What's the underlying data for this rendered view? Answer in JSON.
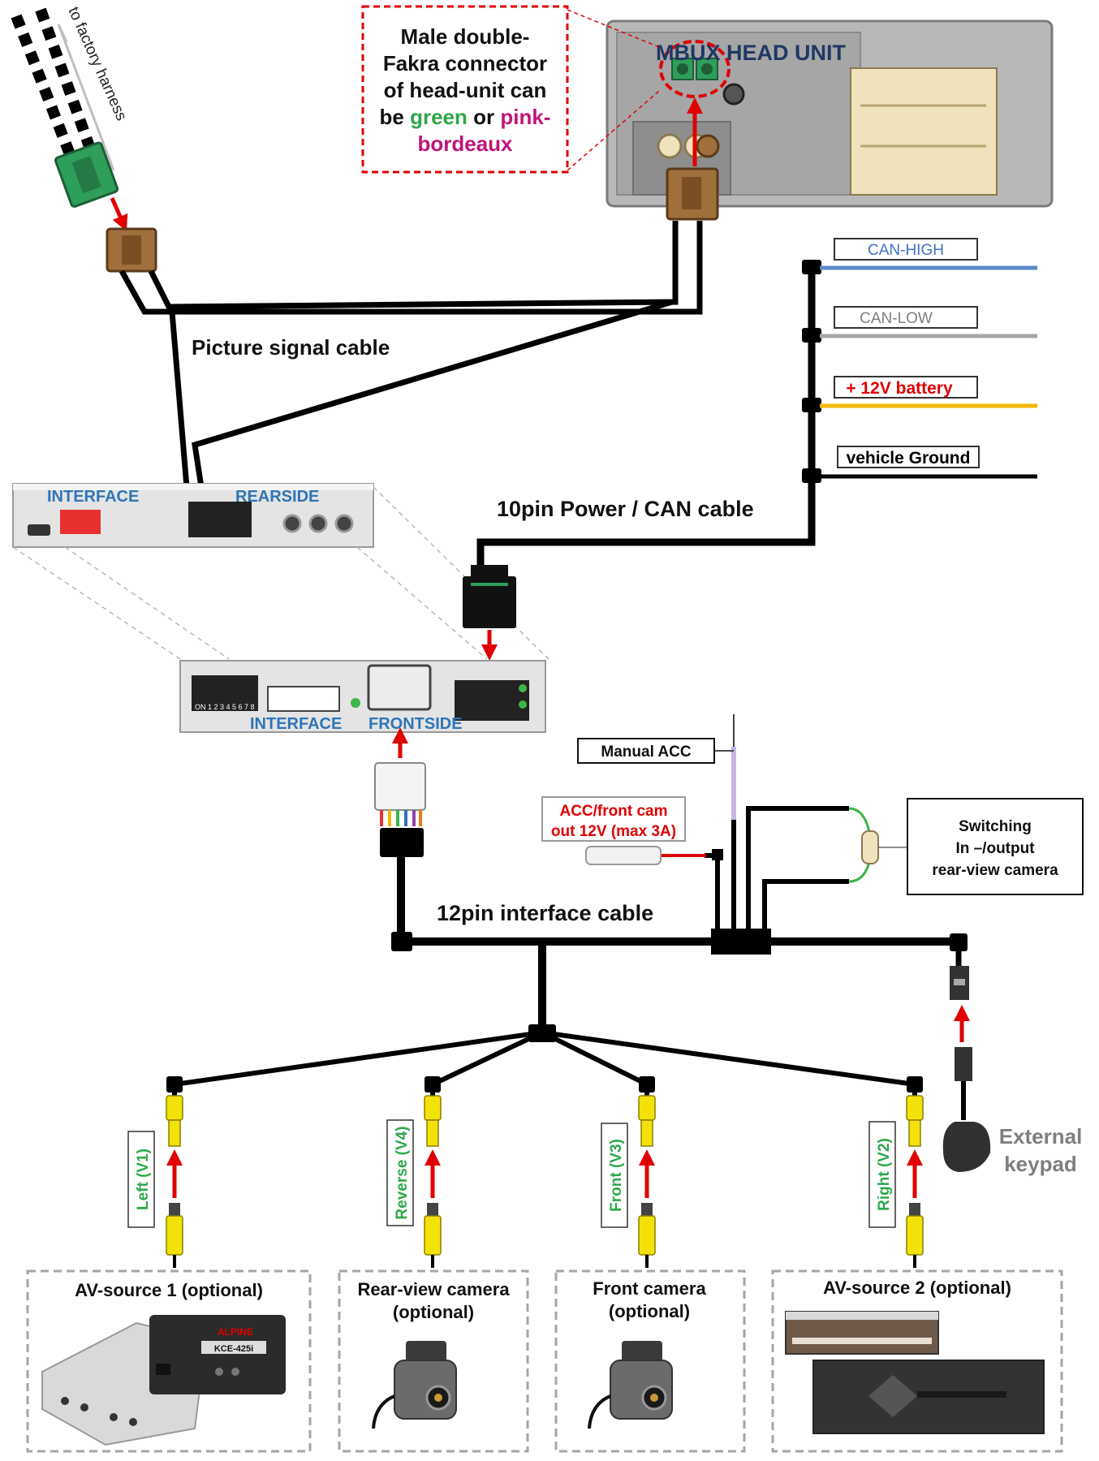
{
  "head_unit": {
    "title": "MBUX HEAD UNIT",
    "callout_lines": [
      "Male double-",
      "Fakra connector",
      "of head-unit can"
    ],
    "callout_be": "be ",
    "callout_green": "green",
    "callout_or": " or ",
    "callout_pink": "pink-",
    "callout_bordeaux": "bordeaux"
  },
  "factory": {
    "label": "to factory harness"
  },
  "cables": {
    "picture": "Picture signal cable",
    "power": "10pin Power / CAN cable",
    "interface": "12pin interface cable"
  },
  "power_wires": [
    {
      "label": "CAN-HIGH",
      "label_color": "#4472c4",
      "wire_color": "#5b8bc9"
    },
    {
      "label": "CAN-LOW",
      "label_color": "#7f7f7f",
      "wire_color": "#a6a6a6"
    },
    {
      "label": "+ 12V battery",
      "label_color": "#e00000",
      "wire_color": "#f2b800"
    },
    {
      "label": "vehicle Ground",
      "label_color": "#000000",
      "wire_color": "#000000"
    }
  ],
  "interface_box": {
    "rear_left": "INTERFACE",
    "rear_right": "REARSIDE",
    "front_left": "INTERFACE",
    "front_right": "FRONTSIDE",
    "dip_on": "ON",
    "dip_numbers": "1 2 3 4 5 6 7 8"
  },
  "acc": {
    "manual": "Manual ACC",
    "frontcam_line1": "ACC/front cam",
    "frontcam_line2": "out  12V (max 3A)"
  },
  "switching": {
    "lines": [
      "Switching",
      "In –/output",
      "rear-view camera"
    ]
  },
  "keypad": {
    "line1": "External",
    "line2": "keypad"
  },
  "video_inputs": [
    {
      "label": "Left (V1)"
    },
    {
      "label": "Reverse (V4)"
    },
    {
      "label": "Front  (V3)"
    },
    {
      "label": "Right  (V2)"
    }
  ],
  "sources": [
    {
      "line1": "AV-source 1 (optional)",
      "line2": ""
    },
    {
      "line1": "Rear-view camera",
      "line2": "(optional)"
    },
    {
      "line1": "Front camera",
      "line2": "(optional)"
    },
    {
      "line1": "AV-source 2 (optional)",
      "line2": ""
    }
  ],
  "devices": {
    "alpine_brand": "ALPINE",
    "alpine_model": "KCE-425i"
  },
  "colors": {
    "label_blue": "#2e75b6",
    "green": "#2ea84a",
    "pink": "#c0137a",
    "callout_red": "#e00000",
    "arrow_red": "#e00000",
    "navy": "#1f3864",
    "rca_yellow": "#f2e20a",
    "fakra_brown": "#a0703c",
    "fakra_green": "#2e9e5a"
  }
}
